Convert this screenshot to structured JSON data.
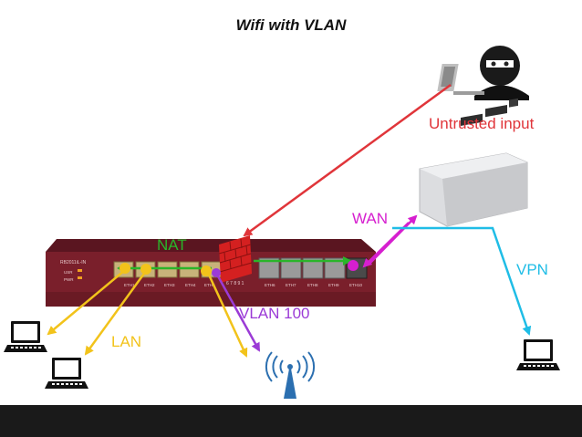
{
  "title": "Wifi with VLAN",
  "labels": {
    "untrusted": "Untrusted input",
    "wan": "WAN",
    "nat": "NAT",
    "vpn": "VPN",
    "vlan": "VLAN 100",
    "lan": "LAN"
  },
  "router": {
    "model_text": "RB2011iL-IN",
    "led_labels": [
      "USR",
      "PWR"
    ],
    "port_labels": [
      "ETH1",
      "ETH2",
      "ETH3",
      "ETH4",
      "ETH5",
      "ETH6",
      "ETH7",
      "ETH8",
      "ETH9",
      "ETH10"
    ],
    "mid_numbers": "6  7  8  9  1"
  },
  "colors": {
    "untrusted": "#e0353a",
    "wan": "#d61fcf",
    "nat": "#2ab52a",
    "vpn": "#1fbde6",
    "vlan": "#9b3bd6",
    "lan": "#f2c31b",
    "router_body": "#7a1f2b",
    "firewall": "#d42020"
  },
  "icons": [
    "hacker-icon",
    "vpn-gateway-icon",
    "router-icon",
    "firewall-icon",
    "laptop-icon",
    "wifi-antenna-icon"
  ]
}
